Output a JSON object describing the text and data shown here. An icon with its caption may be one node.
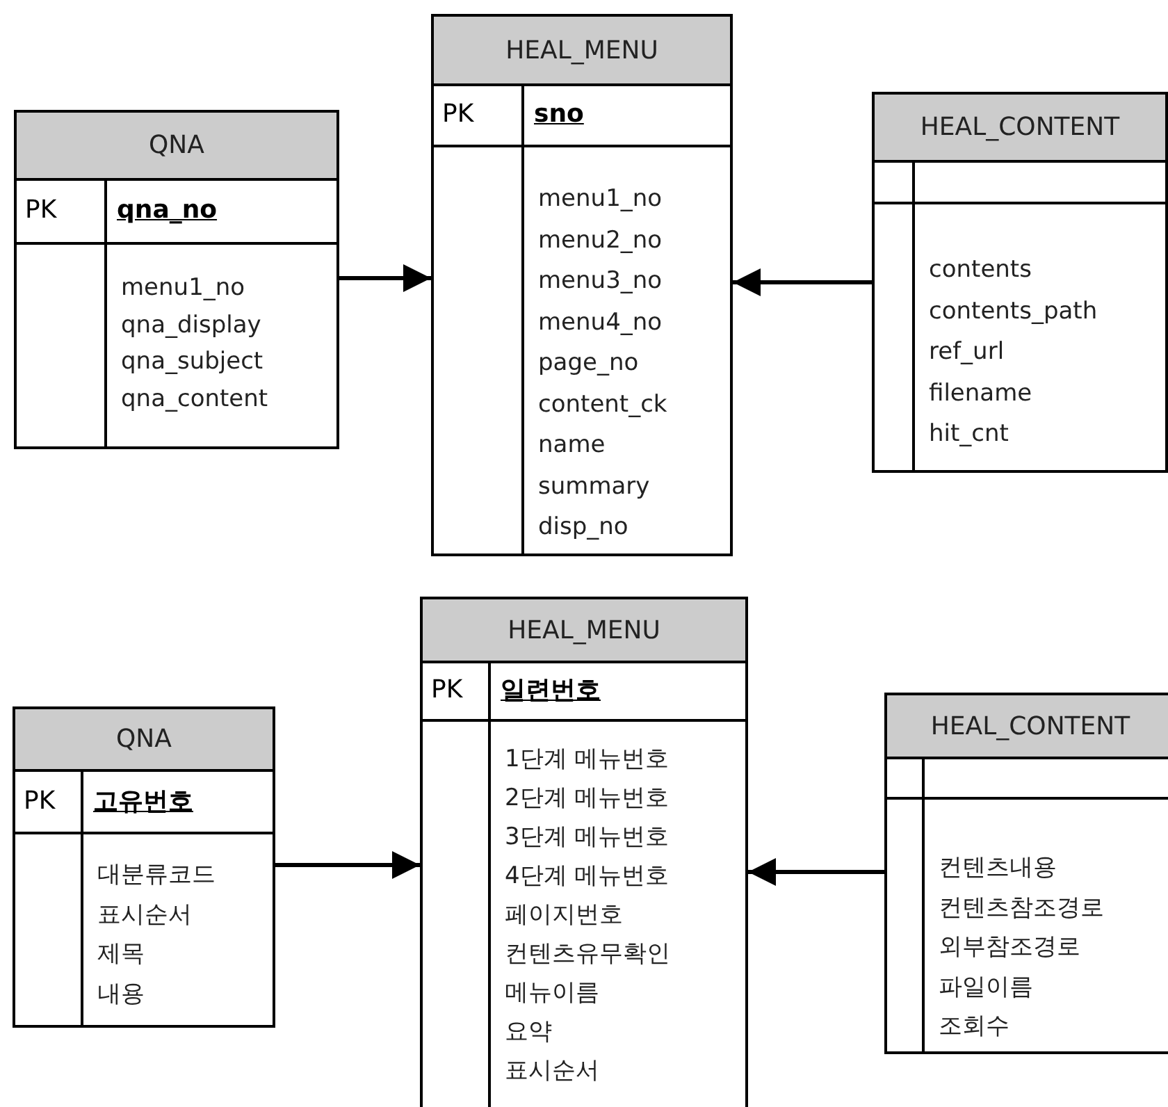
{
  "diagram": {
    "nodes": [
      {
        "text": [
          "QNA"
        ]
      },
      {
        "text": [
          "PK",
          "qna_no"
        ],
        "in": 0
      },
      {
        "text": [
          "menu1_no",
          "qna_display",
          "qna_subject",
          "qna_content"
        ],
        "in": 0
      },
      {
        "text": [
          "HEAL_MENU"
        ]
      },
      {
        "text": [
          "PK",
          "sno"
        ],
        "in": 3
      },
      {
        "text": [
          "menu1_no",
          "menu2_no",
          "menu3_no",
          "menu4_no",
          "page_no",
          "content_ck",
          "name",
          "summary",
          "disp_no"
        ],
        "in": 3
      },
      {
        "text": [
          "HEAL_CONTENT"
        ]
      },
      {
        "text": [],
        "shape": "box",
        "in": 6
      },
      {
        "text": [
          "contents",
          "contents_path",
          "ref_url",
          "filename",
          "hit_cnt"
        ],
        "in": 6
      },
      {
        "text": [
          "QNA"
        ]
      },
      {
        "text": [
          "PK",
          "고유번호"
        ],
        "in": 9
      },
      {
        "text": [
          "대분류코드",
          "표시순서",
          "제목",
          "내용"
        ],
        "in": 9
      },
      {
        "text": [
          "HEAL_MENU"
        ]
      },
      {
        "text": [
          "PK",
          "일련번호"
        ],
        "in": 12
      },
      {
        "text": [
          "1단계 메뉴번호",
          "2단계 메뉴번호",
          "3단계 메뉴번호",
          "4단계 메뉴번호",
          "페이지번호",
          "컨텐츠유무확인",
          "메뉴이름",
          "요약",
          "표시순서"
        ],
        "in": 12
      },
      {
        "text": [
          "HEAL_CONTENT"
        ]
      },
      {
        "text": [],
        "shape": "box",
        "in": 15
      },
      {
        "text": [
          "컨텐츠내용",
          "컨텐츠참조경로",
          "외부참조경로",
          "파일이름",
          "조회수"
        ],
        "in": 15
      }
    ],
    "edges": [
      {
        "from": 0,
        "to": 3,
        "arrow": "to"
      },
      {
        "from": 6,
        "to": 3,
        "arrow": "to"
      },
      {
        "from": 9,
        "to": 12,
        "arrow": "to"
      },
      {
        "from": 15,
        "to": 12,
        "arrow": "to"
      }
    ]
  }
}
